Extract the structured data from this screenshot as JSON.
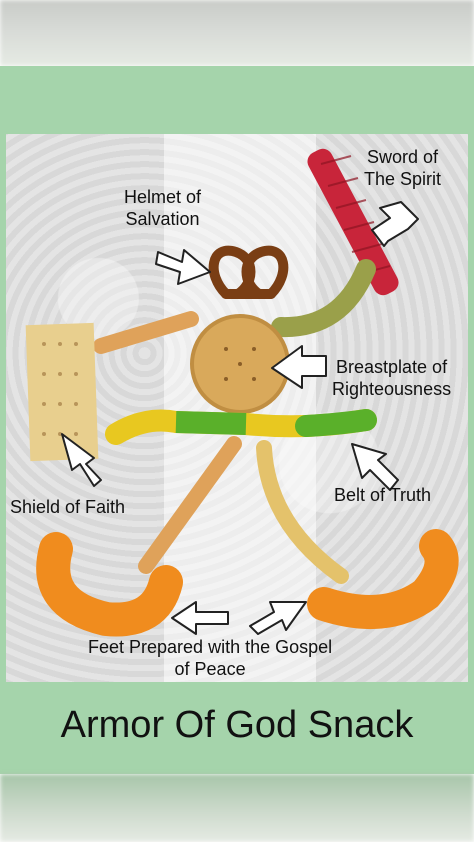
{
  "caption": "Armor Of God Snack",
  "labels": {
    "sword": {
      "line1": "Sword of",
      "line2": "The Spirit"
    },
    "helmet": {
      "line1": "Helmet of",
      "line2": "Salvation"
    },
    "breastplate": {
      "line1": "Breastplate of",
      "line2": "Righteousness"
    },
    "shield": {
      "line1": "Shield of Faith"
    },
    "belt": {
      "line1": "Belt of Truth"
    },
    "feet": {
      "line1": "Feet Prepared with the Gospel",
      "line2": "of Peace"
    }
  },
  "colors": {
    "frame_green": "#a5d4ab",
    "licorice": "#c8253a",
    "cheese_puff": "#f08c1e",
    "cracker": "#e8cf8e",
    "gummy_yellow": "#e8c820",
    "gummy_green": "#5ab02a",
    "veggie_straw_orange": "#dfa25a",
    "veggie_straw_yellow": "#e4c26b"
  }
}
